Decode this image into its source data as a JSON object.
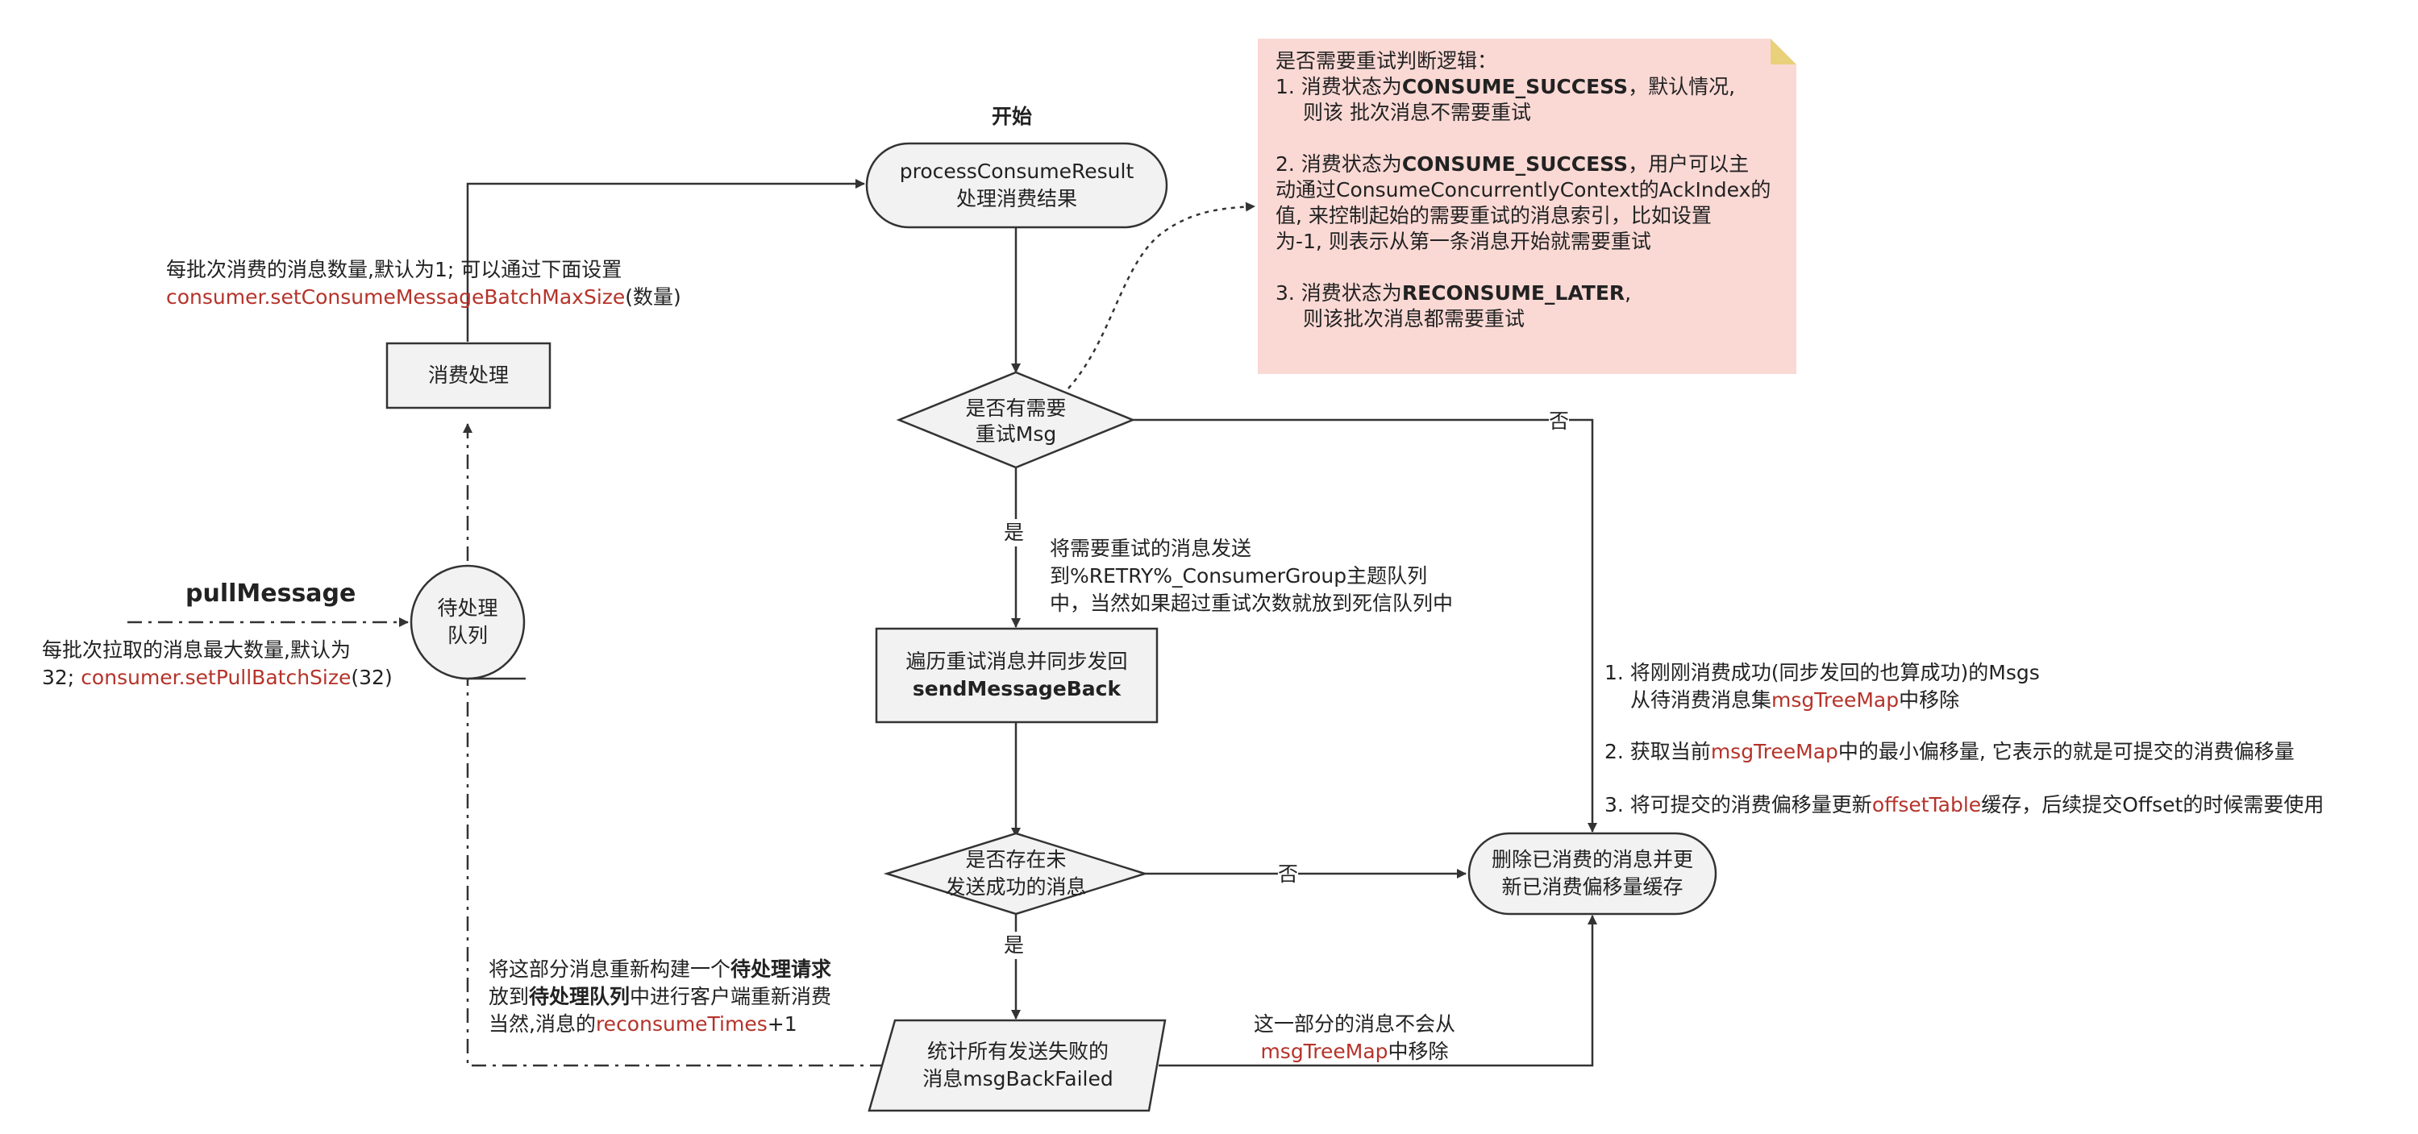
{
  "start_label": "开始",
  "process_node": {
    "line1": "processConsumeResult",
    "line2": "处理消费结果"
  },
  "retry_decision": {
    "line1": "是否有需要",
    "line2": "重试Msg"
  },
  "send_back_node": {
    "line1": "遍历重试消息并同步发回",
    "line2": "sendMessageBack"
  },
  "unsent_decision": {
    "line1": "是否存在未",
    "line2": "发送成功的消息"
  },
  "failed_node": {
    "line1": "统计所有发送失败的",
    "line2": "消息msgBackFailed"
  },
  "remove_node": {
    "line1": "删除已消费的消息并更",
    "line2": "新已消费偏移量缓存"
  },
  "consume_node": "消费处理",
  "queue_node": {
    "line1": "待处理",
    "line2": "队列"
  },
  "pull_message_label": "pullMessage",
  "edge_labels": {
    "yes1": "是",
    "yes2": "是",
    "no1": "否",
    "no2": "否"
  },
  "batch_size_note": {
    "line1": "每批次消费的消息数量,默认为1; 可以通过下面设置",
    "line2_code": "consumer.setConsumeMessageBatchMaxSize",
    "line2_suffix": "(数量)"
  },
  "pull_batch_note": {
    "line1": "每批次拉取的消息最大数量,默认为",
    "line2_prefix": "32; ",
    "line2_code": "consumer.setPullBatchSize",
    "line2_suffix": "(32)"
  },
  "retry_topic_note": {
    "line1": "将需要重试的消息发送",
    "line2": "到%RETRY%_ConsumerGroup主题队列",
    "line3": "中，当然如果超过重试次数就放到死信队列中"
  },
  "rebuild_note": {
    "line1_prefix": "将这部分消息重新构建一个",
    "line1_bold": "待处理请求",
    "line2_prefix": "放到",
    "line2_bold": "待处理队列",
    "line2_suffix": "中进行客户端重新消费",
    "line3_prefix": "当然,消息的",
    "line3_code": "reconsumeTimes",
    "line3_suffix": "+1"
  },
  "not_removed_note": {
    "line1": "这一部分的消息不会从",
    "line2_code": "msgTreeMap",
    "line2_suffix": "中移除"
  },
  "right_steps": {
    "s1_line1": "1.  将刚刚消费成功(同步发回的也算成功)的Msgs",
    "s1_line2_prefix": "从待消费消息集",
    "s1_line2_code": "msgTreeMap",
    "s1_line2_suffix": "中移除",
    "s2_prefix": "2. 获取当前",
    "s2_code": "msgTreeMap",
    "s2_suffix": "中的最小偏移量, 它表示的就是可提交的消费偏移量",
    "s3_prefix": "3. 将可提交的消费偏移量更新",
    "s3_code": "offsetTable",
    "s3_suffix": "缓存，后续提交Offset的时候需要使用"
  },
  "sticky_note": {
    "title": "是否需要重试判断逻辑：",
    "r1_l1_prefix": "1.  消费状态为",
    "r1_l1_bold": "CONSUME_SUCCESS",
    "r1_l1_suffix": "，默认情况,",
    "r1_l2": "则该 批次消息不需要重试",
    "r2_l1_prefix": "2. 消费状态为",
    "r2_l1_bold": "CONSUME_SUCCESS",
    "r2_l1_suffix": "，用户可以主",
    "r2_l2": "动通过ConsumeConcurrentlyContext的AckIndex的",
    "r2_l3": "值, 来控制起始的需要重试的消息索引，比如设置",
    "r2_l4": "为-1, 则表示从第一条消息开始就需要重试",
    "r3_l1_prefix": "3. 消费状态为",
    "r3_l1_bold": "RECONSUME_LATER",
    "r3_l1_suffix": ",",
    "r3_l2": "则该批次消息都需要重试"
  },
  "colors": {
    "node_fill": "#f2f2f2",
    "stroke": "#333333",
    "note_fill": "#fad9d5",
    "code_red": "#b5332a"
  }
}
